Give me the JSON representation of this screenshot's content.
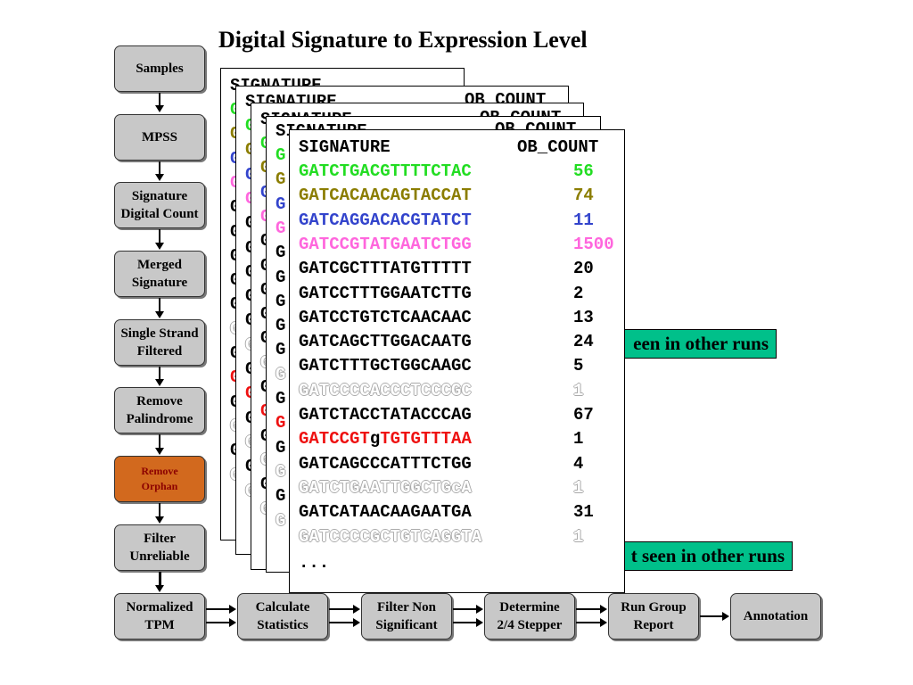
{
  "title": "Digital Signature to Expression Level",
  "pipeline": {
    "samples": "Samples",
    "mpss": "MPSS",
    "signature_digital_count": [
      "Signature",
      "Digital Count"
    ],
    "merged_signature": [
      "Merged",
      "Signature"
    ],
    "single_strand_filtered": [
      "Single Strand",
      "Filtered"
    ],
    "remove_palindrome": [
      "Remove",
      "Palindrome"
    ],
    "remove_orphan": [
      "Remove",
      "Orphan"
    ],
    "filter_unreliable": [
      "Filter",
      "Unreliable"
    ],
    "normalized_tpm": [
      "Normalized",
      "TPM"
    ],
    "calculate_statistics": [
      "Calculate",
      "Statistics"
    ],
    "filter_non_significant": [
      "Filter Non",
      "Significant"
    ],
    "determine_stepper": [
      "Determine",
      "2/4 Stepper"
    ],
    "run_group_report": [
      "Run Group",
      "Report"
    ],
    "annotation": "Annotation"
  },
  "notes": {
    "seen": "een in other runs",
    "not_seen": "t seen in other runs"
  },
  "colors": {
    "green": "#22dd22",
    "olive": "#8b7d00",
    "blue": "#3344cc",
    "pink": "#ff66dd",
    "red": "#ee1111",
    "black": "#000000",
    "box_gray": "#c8c8c8",
    "orphan_orange": "#d2691e",
    "note_teal": "#00c08a"
  },
  "table": {
    "header_signature": "SIGNATURE",
    "header_count": "OB_COUNT",
    "rows": [
      {
        "sig": "GATCTGACGTTTTCTAC",
        "count": "56",
        "style": "green"
      },
      {
        "sig": "GATCACAACAGTACCAT",
        "count": "74",
        "style": "olive"
      },
      {
        "sig": "GATCAGGACACGTATCT",
        "count": "11",
        "style": "blue"
      },
      {
        "sig": "GATCCGTATGAATCTGG",
        "count": "1500",
        "style": "pink"
      },
      {
        "sig": "GATCGCTTTATGTTTTT",
        "count": "20",
        "style": "black"
      },
      {
        "sig": "GATCCTTTGGAATCTTG",
        "count": "2",
        "style": "black"
      },
      {
        "sig": "GATCCTGTCTCAACAAC",
        "count": "13",
        "style": "black"
      },
      {
        "sig": "GATCAGCTTGGACAATG",
        "count": "24",
        "style": "black"
      },
      {
        "sig": "GATCTTTGCTGGCAAGC",
        "count": "5",
        "style": "black"
      },
      {
        "sig": "GATCCCCACCCTCCCGC",
        "count": "1",
        "style": "ghost"
      },
      {
        "sig": "GATCTACCTATACCCAG",
        "count": "67",
        "style": "black"
      },
      {
        "sig_a": "GATCCGT",
        "sig_b": "g",
        "sig_c": "TGTGTTTAA",
        "count": "1",
        "style": "mixed"
      },
      {
        "sig": "GATCAGCCCATTTCTGG",
        "count": "4",
        "style": "black"
      },
      {
        "sig": "GATCTGAATTGGCTGcA",
        "count": "1",
        "style": "ghost"
      },
      {
        "sig": "GATCATAACAAGAATGA",
        "count": "31",
        "style": "black"
      },
      {
        "sig": "GATCCCCGCTGTCAGGTA",
        "count": "1",
        "style": "ghost"
      }
    ],
    "ellipsis": "...",
    "back_header": "SIGNATURE",
    "back_header_count": "OB_COUNT"
  }
}
